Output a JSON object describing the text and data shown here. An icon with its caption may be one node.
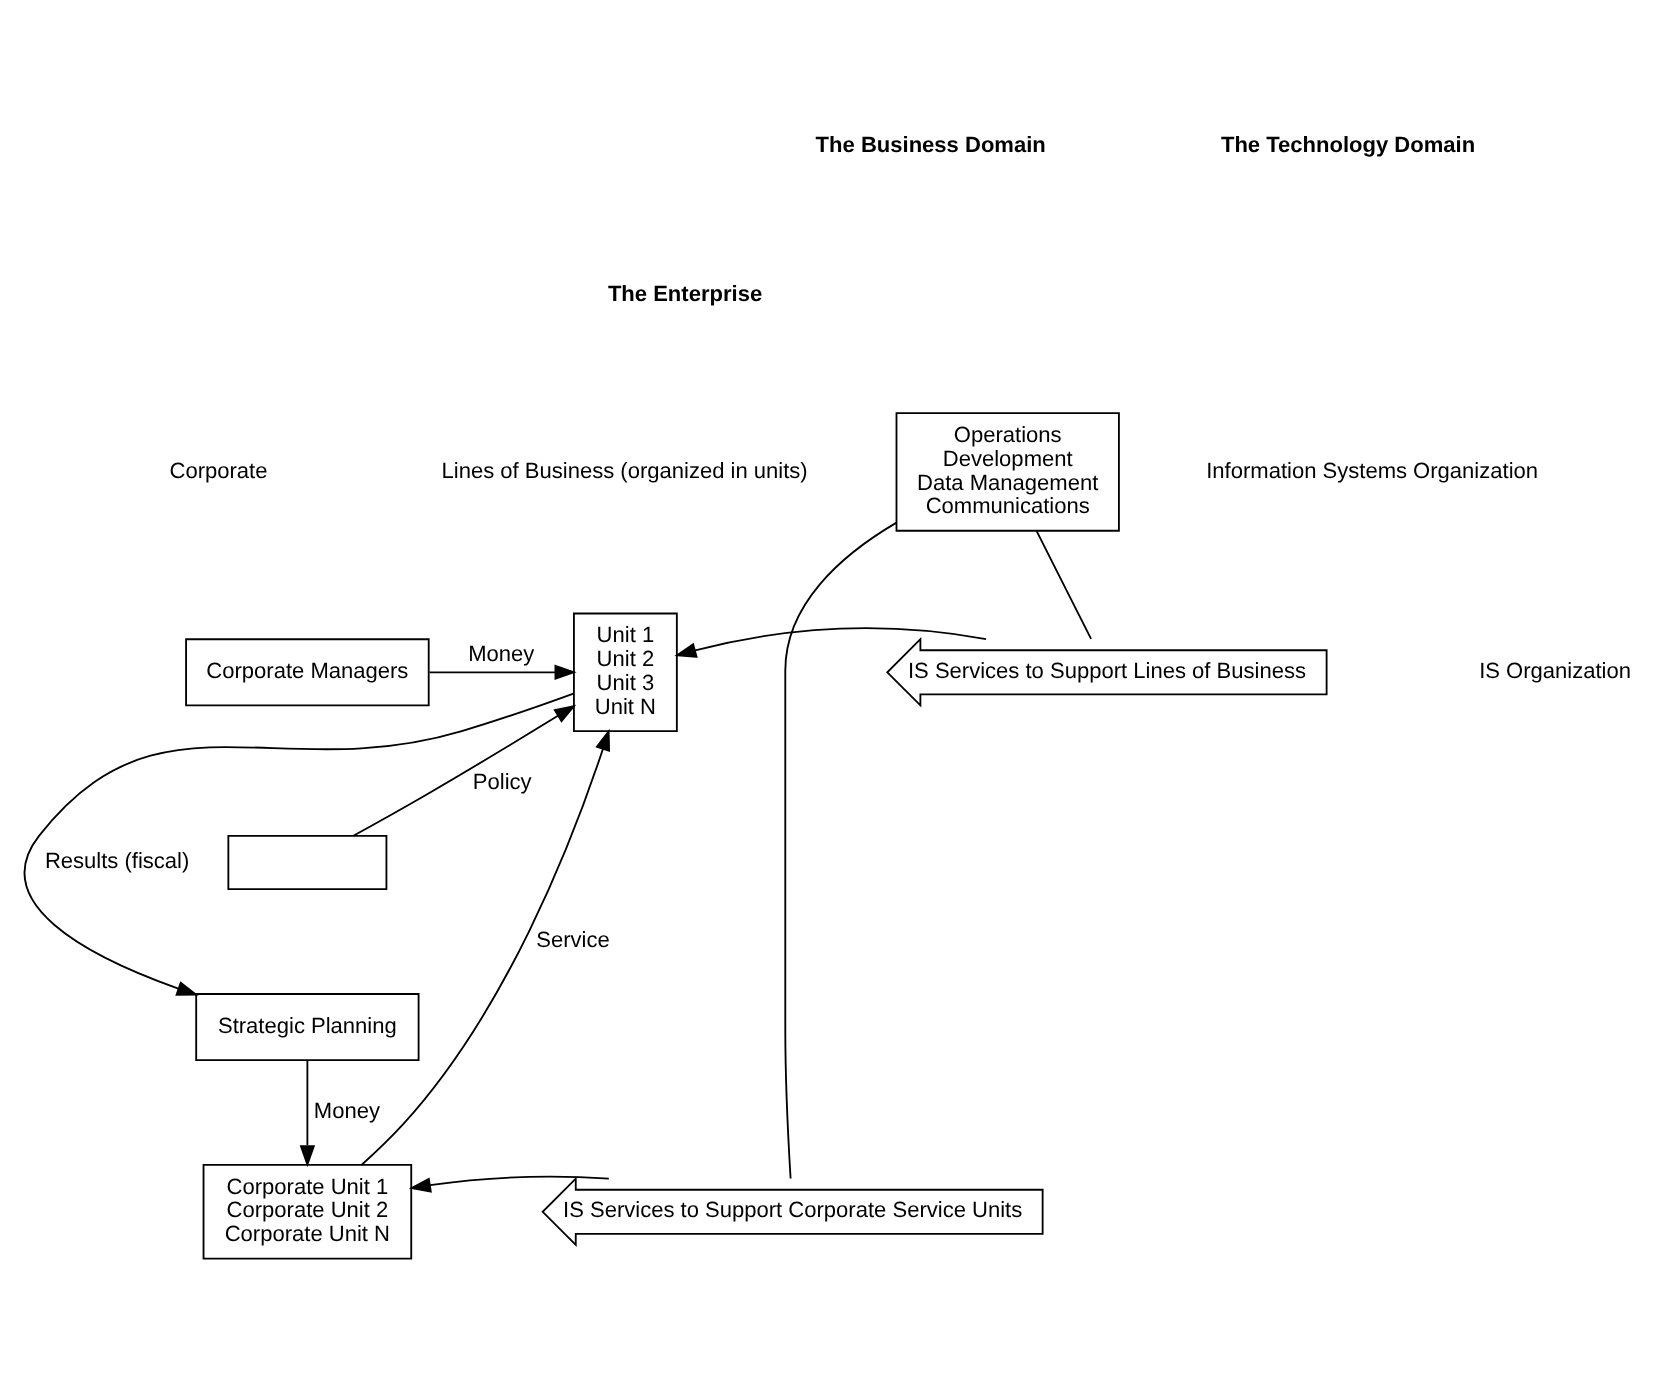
{
  "diagram": {
    "nodes": [
      {
        "text": [
          "Corporate Managers"
        ]
      },
      {
        "text": [],
        "shape": "box"
      },
      {
        "text": [
          "Strategic Planning"
        ]
      },
      {
        "text": [
          "Unit 1",
          "Unit 2",
          "Unit 3",
          "Unit N"
        ]
      },
      {
        "text": [
          "Corporate Unit 1",
          "Corporate Unit 2",
          "Corporate Unit N"
        ]
      },
      {
        "text": [
          "IS Services to Support Lines of Business"
        ]
      },
      {
        "text": [
          "IS Services to Support Corporate Service Units"
        ]
      },
      {
        "text": [
          "Operations",
          "Development",
          "Data Management",
          "Communications"
        ]
      }
    ],
    "edges": [
      {
        "from": 0,
        "to": 3,
        "arrow": "to",
        "label": "Money"
      },
      {
        "from": 1,
        "to": 3,
        "arrow": "to",
        "label": "Policy"
      },
      {
        "from": 3,
        "to": 2,
        "arrow": "to",
        "label": "Results (fiscal)"
      },
      {
        "from": 2,
        "to": 4,
        "arrow": "to",
        "label": "Money"
      },
      {
        "from": 4,
        "to": 3,
        "arrow": "to",
        "label": "Service"
      },
      {
        "from": 5,
        "to": 3,
        "arrow": "to"
      },
      {
        "from": 6,
        "to": 4,
        "arrow": "to"
      },
      {
        "from": 7,
        "to": 5,
        "arrow": "none"
      },
      {
        "from": 7,
        "to": 6,
        "arrow": "none"
      }
    ],
    "labels": [
      "The Business Domain",
      "The Technology Domain",
      "The Enterprise",
      "Corporate",
      "Lines of Business (organized in units)",
      "Information Systems Organization",
      "IS Organization"
    ]
  }
}
